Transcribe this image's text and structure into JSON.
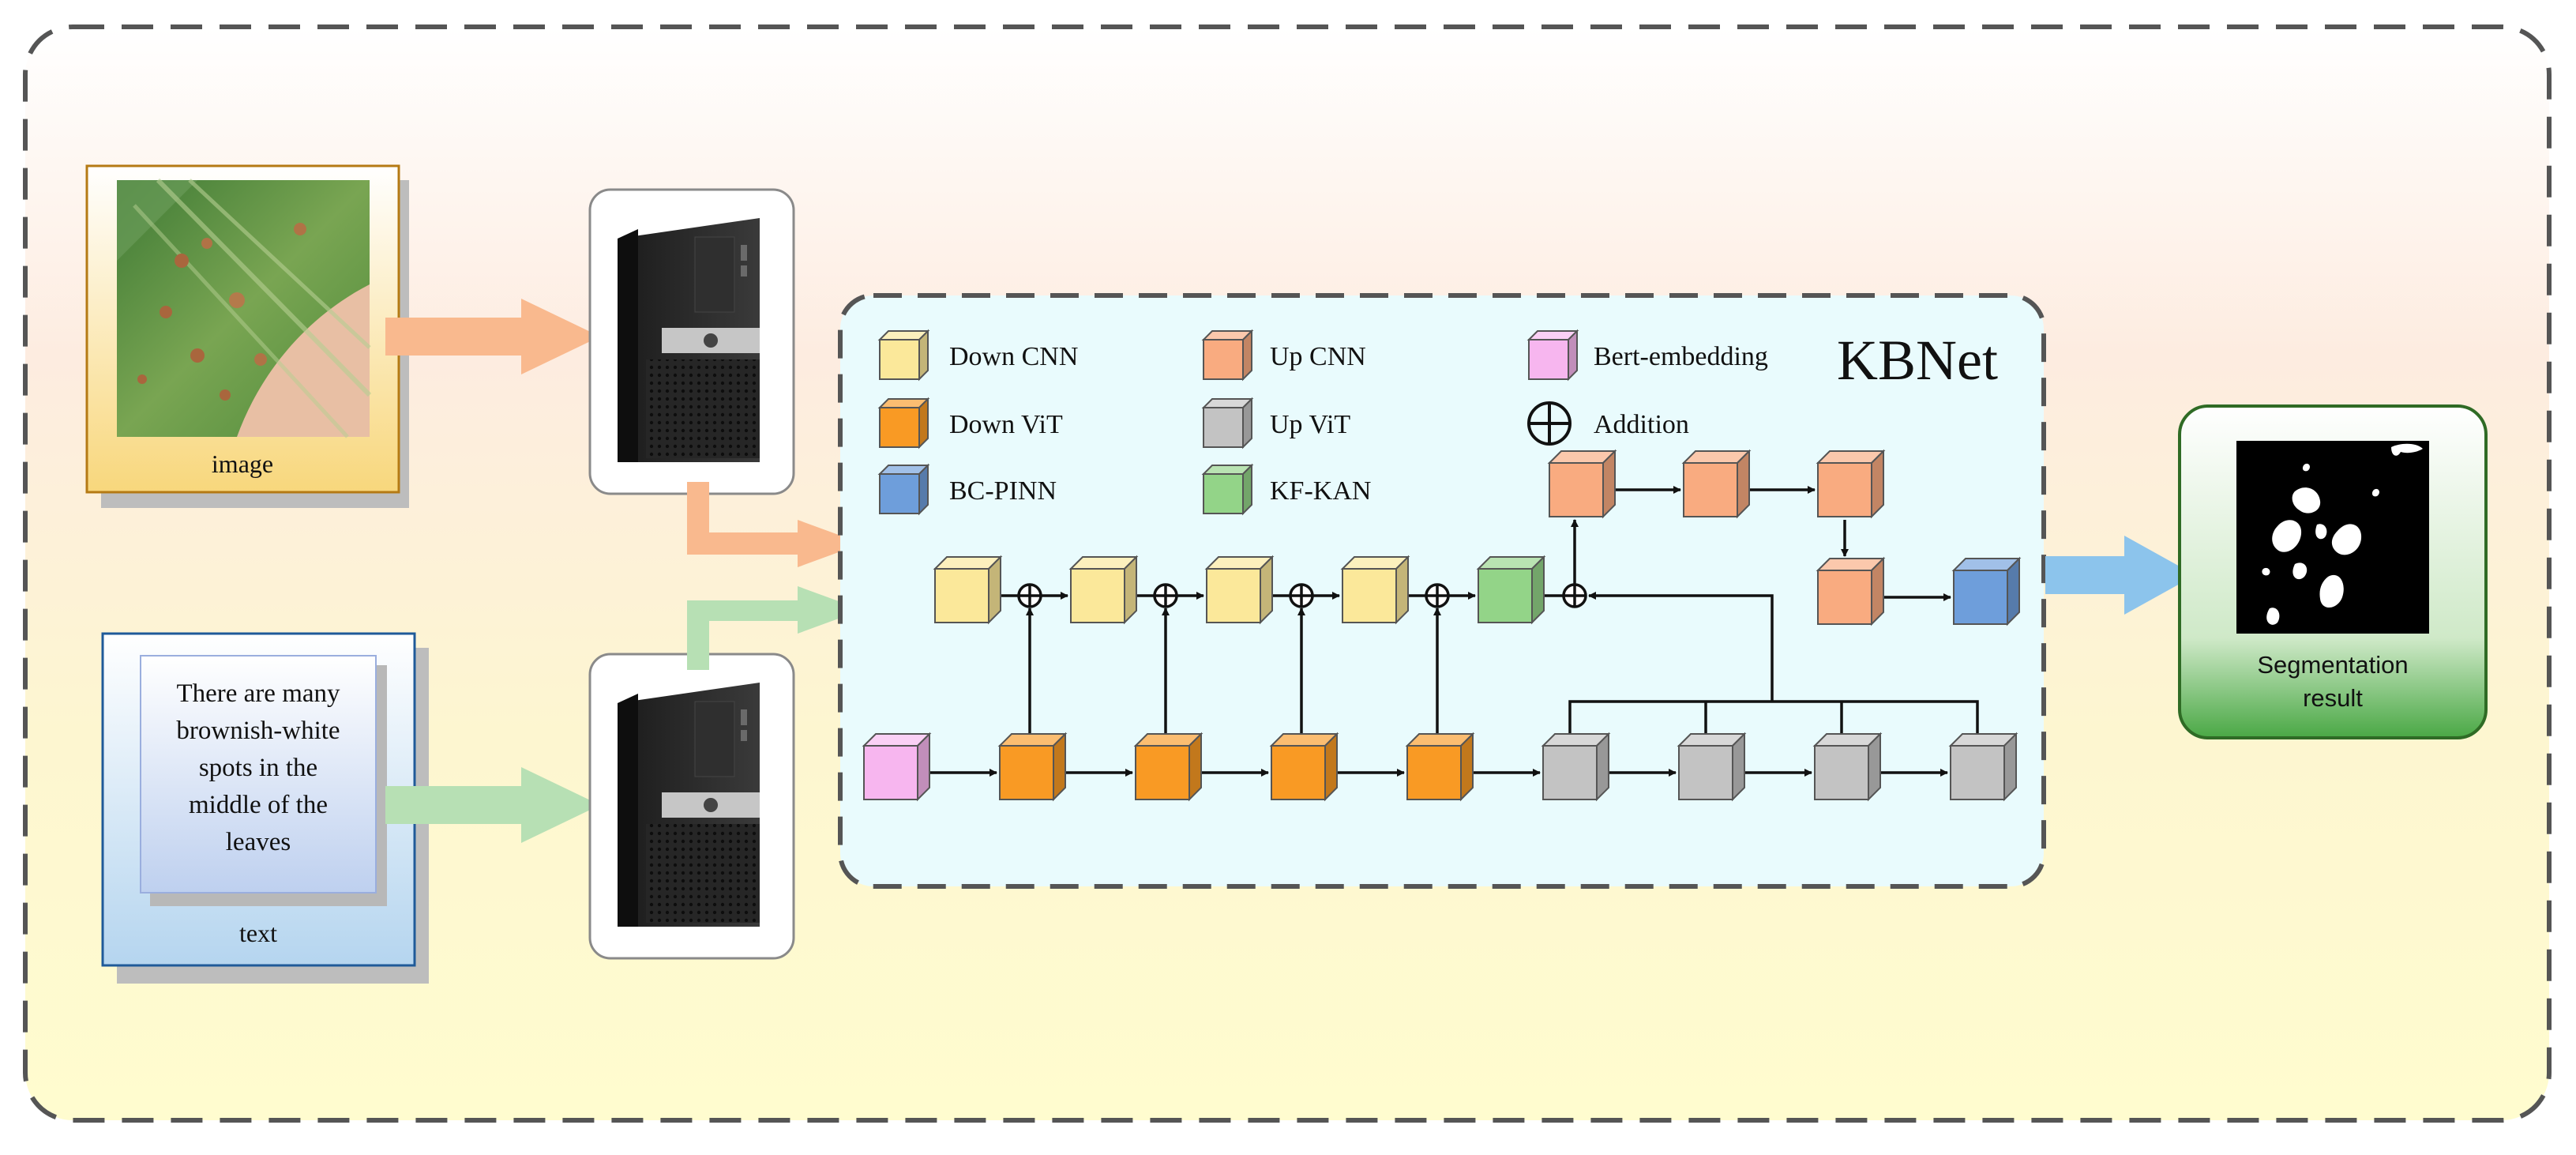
{
  "colors": {
    "down_cnn": "#fbe89a",
    "down_vit": "#f99a24",
    "bc_pinn": "#6e9edb",
    "up_cnn": "#f9ab80",
    "up_vit": "#c3c3c3",
    "kf_kan": "#93d488",
    "bert": "#f7b6ef",
    "arrow_image": "#f9b98e",
    "arrow_text": "#b7e0b4",
    "arrow_result": "#8cc4ec"
  },
  "inputs": {
    "image_label": "image",
    "text_label": "text",
    "text_lines": [
      "There are many",
      "brownish-white",
      "spots in the",
      "middle of the",
      "leaves"
    ]
  },
  "kbnet": {
    "title": "KBNet"
  },
  "legend": {
    "down_cnn": "Down CNN",
    "down_vit": "Down ViT",
    "bc_pinn": "BC-PINN",
    "up_cnn": "Up CNN",
    "up_vit": "Up ViT",
    "kf_kan": "KF-KAN",
    "bert": "Bert-embedding",
    "addition": "Addition"
  },
  "output": {
    "label_line1": "Segmentation",
    "label_line2": "result"
  }
}
